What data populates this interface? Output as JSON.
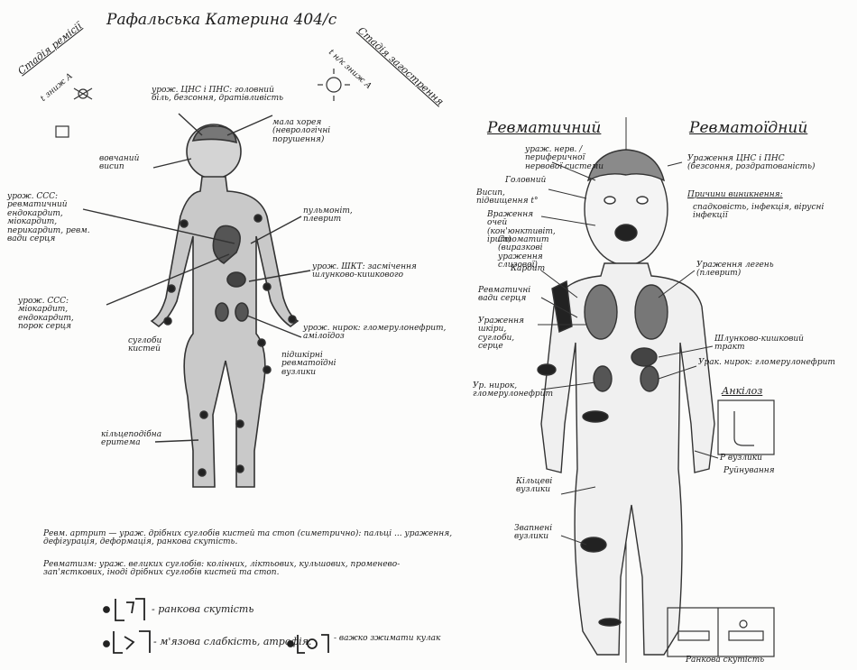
{
  "left": {
    "title": "Рафальська Катерина 404/с",
    "badge_left": "Стадія ремісії",
    "badge_right": "Стадія загострення",
    "note_temp_left": "t зниж А",
    "note_temp_right": "t н/к зниж А",
    "label_cns": "урож. ЦНС і ПНС: головний біль, безсоння, дратівливість",
    "label_fever": "мала хорея (неврологічні порушення)",
    "label_eyes": "вовчаний висип",
    "label_cardio": "урож. ССС: ревматичний ендокардит, міокардит, перикардит, ревм. вади серця",
    "label_lungs": "пульмоніт, плеврит",
    "label_gi": "урож. ШКТ: засмічення шлунково-кишкового",
    "label_kidney": "урож. нирок: гломерулонефрит, амілоїдоз",
    "label_cardio2": "урож. ССС: міокардит, ендокардит, порок серця",
    "label_joints": "суглоби кистей",
    "label_nodules": "підшкірні ревматоїдні вузлики",
    "label_skin": "кільцеподібна еритема",
    "footnote_1": "Ревм. артрит — ураж. дрібних суглобів кистей та стоп (симетрично): пальці ... ураження, дефігурація, деформація, ранкова скутість.",
    "footnote_2": "Ревматизм: ураж. великих суглобів: колінних, ліктьових, кульшових, променево-зап'ясткових, іноді дрібних суглобів кистей та стоп.",
    "legend_1": "- ранкова скутість",
    "legend_2": "- м'язова слабкість, атрофія.",
    "legend_3": "- важко зжимати кулак"
  },
  "right": {
    "heading_left": "Ревматичний",
    "heading_right": "Ревматоїдний",
    "label_cns": "Ураження ЦНС і ПНС (безсоння, роздратованість)",
    "label_causes": "Причини виникнення:",
    "label_causes_text": "спадковість, інфекція, вірусні інфекції",
    "label_nerve": "ураж. нерв. / периферичної нервової системи",
    "label_headache": "Головний",
    "label_fever": "Висип, підвищення t°",
    "label_eyes": "Враження очей (кон'юнктивіт, ірит)",
    "label_mouth": "Стоматит (виразкові ураження слизової)",
    "label_carditis": "Кардит",
    "label_valves": "Ревматичні вади серця",
    "label_lungs": "Ураження легень (плеврит)",
    "label_nodules_l": "Ураження шкіри, суглоби, серце",
    "label_kidney": "Ур. нирок, гломерулонефрит",
    "label_gi": "Шлунково-кишковий тракт",
    "label_kidney_r": "Урак. нирок: гломерулонефрит",
    "label_ankylosis": "Анкілоз",
    "label_nodules": "Р вузлики",
    "label_deform": "Руйнування",
    "label_knee": "Кільцеві вузлики",
    "label_nodules_knee": "Звапнені вузлики",
    "label_morning": "Ранкова скутість"
  }
}
